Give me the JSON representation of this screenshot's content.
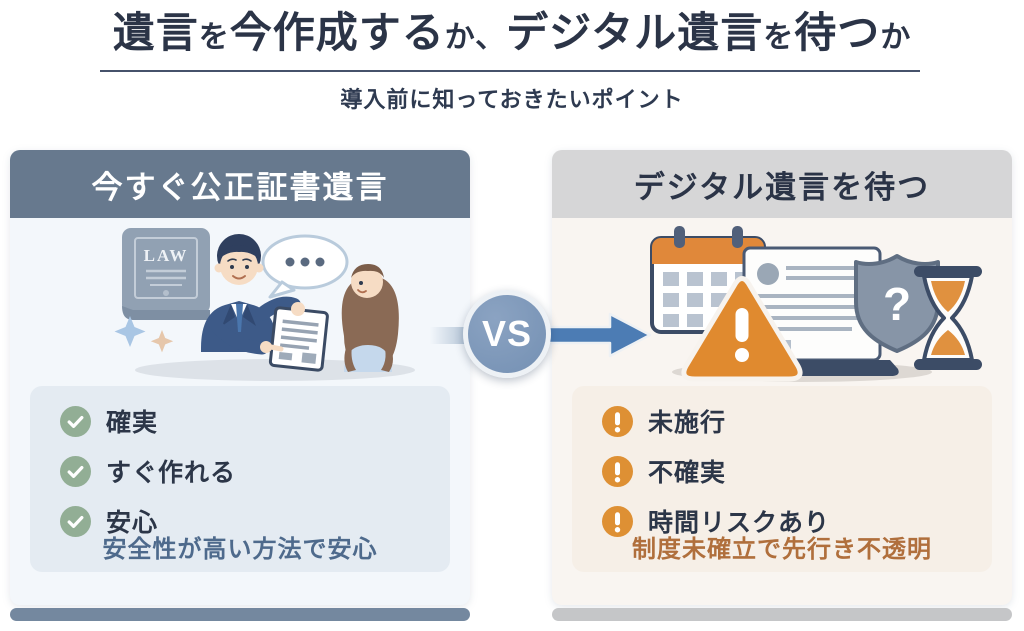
{
  "page": {
    "title_segments": [
      {
        "text": "遺言",
        "size": "large"
      },
      {
        "text": "を",
        "size": "small"
      },
      {
        "text": "今作成する",
        "size": "large"
      },
      {
        "text": "か、",
        "size": "small"
      },
      {
        "text": "デジタル遺言",
        "size": "large"
      },
      {
        "text": "を",
        "size": "small"
      },
      {
        "text": "待つ",
        "size": "large"
      },
      {
        "text": "か",
        "size": "small"
      }
    ],
    "subtitle": "導入前に知っておきたいポイント"
  },
  "vs_badge": {
    "label": "VS"
  },
  "left_panel": {
    "title": "今すぐ公正証書遺言",
    "illustration": {
      "name": "notary-consultation",
      "book_label": "LAW"
    },
    "items": [
      {
        "icon": "check-icon",
        "label": "確実"
      },
      {
        "icon": "check-icon",
        "label": "すぐ作れる"
      },
      {
        "icon": "check-icon",
        "label": "安心"
      }
    ],
    "note": "安全性が高い方法で安心"
  },
  "right_panel": {
    "title": "デジタル遺言を待つ",
    "illustration": {
      "name": "digital-will-uncertainty",
      "shield_mark": "?"
    },
    "items": [
      {
        "icon": "warning-icon",
        "label": "未施行"
      },
      {
        "icon": "warning-icon",
        "label": "不確実"
      },
      {
        "icon": "warning-icon",
        "label": "時間リスクあり"
      }
    ],
    "note": "制度未確立で先行き不透明"
  },
  "colors": {
    "title_text": "#2b3447",
    "left_header_bg": "#67798e",
    "left_body_bg": "#f3f7fb",
    "left_card_bg": "#e4ebf2",
    "check_green": "#92ae95",
    "left_note_text": "#4e6a8c",
    "left_base_bar": "#74889f",
    "right_header_bg": "#d6d6d7",
    "right_body_bg": "#f9f5f1",
    "right_card_bg": "#f6efe7",
    "warning_orange": "#de9034",
    "right_note_text": "#b06f3c",
    "right_base_bar": "#c5c6c8",
    "vs_circle": "#7d96b7",
    "arrow_blue": "#4c7cb4"
  }
}
